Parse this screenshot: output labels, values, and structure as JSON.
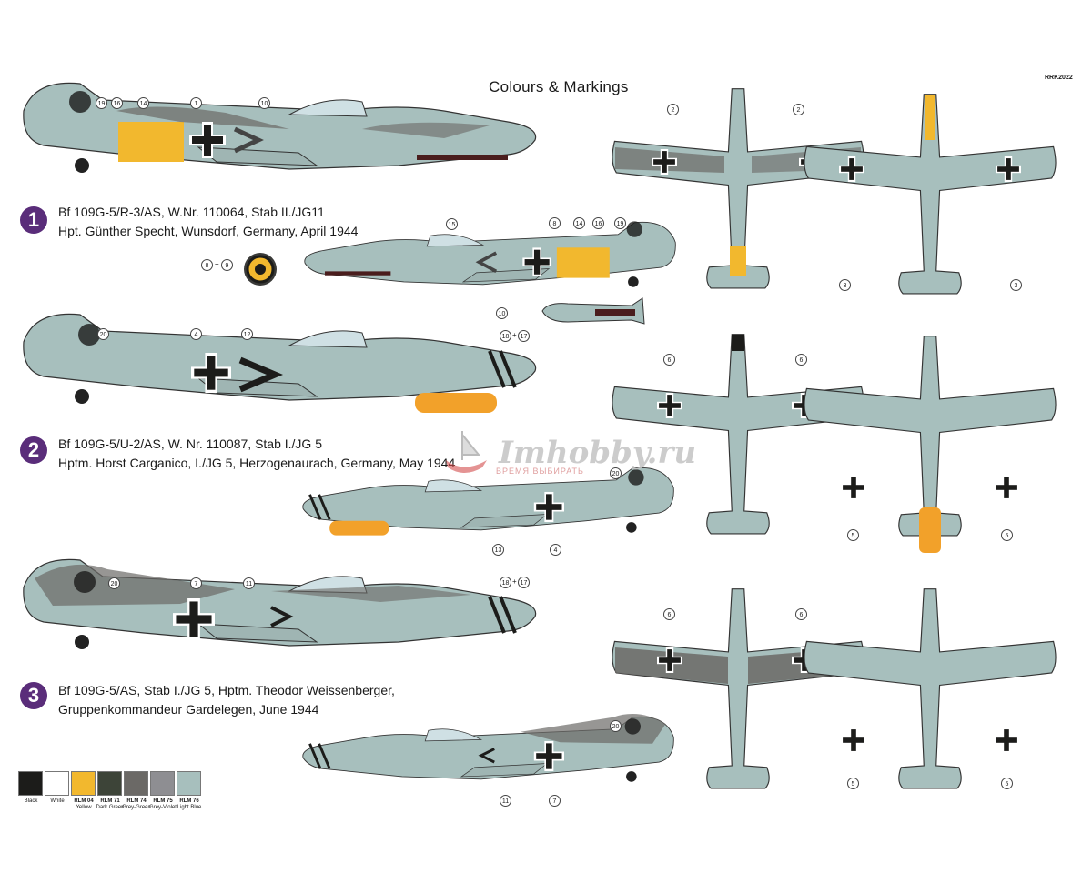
{
  "sheet": {
    "title": "Colours & Markings",
    "code": "RRK2022"
  },
  "schemes": [
    {
      "number": "1",
      "line1": "Bf 109G-5/R-3/AS, W.Nr. 110064, Stab II./JG11",
      "line2": "Hpt. Günther Specht, Wunsdorf, Germany, April 1944"
    },
    {
      "number": "2",
      "line1": "Bf 109G-5/U-2/AS, W. Nr. 110087, Stab I./JG 5",
      "line2": "Hptm. Horst Carganico, I./JG 5, Herzogenaurach, Germany, May 1944"
    },
    {
      "number": "3",
      "line1": "Bf 109G-5/AS, Stab I./JG 5, Hptm. Theodor Weissenberger,",
      "line2": "Gruppenkommandeur Gardelegen, June 1944"
    }
  ],
  "callouts": {
    "c1_19": "19",
    "c1_16": "16",
    "c1_14": "14",
    "c1_1": "1",
    "c1_10": "10",
    "c1r_15": "15",
    "c1r_8": "8",
    "c1r_14": "14",
    "c1r_16": "16",
    "c1r_19": "19",
    "c1r_10": "10",
    "c1_8": "8",
    "c1_9": "9",
    "c1_2a": "2",
    "c1_2b": "2",
    "c1_3a": "3",
    "c1_3b": "3",
    "c2_20": "20",
    "c2_4": "4",
    "c2_12": "12",
    "c2_18": "18",
    "c2_17": "17",
    "c2r_20": "20",
    "c2r_13": "13",
    "c2r_4": "4",
    "c2_6a": "6",
    "c2_6b": "6",
    "c2_5a": "5",
    "c2_5b": "5",
    "c3_20": "20",
    "c3_7": "7",
    "c3_11": "11",
    "c3_18": "18",
    "c3_17": "17",
    "c3r_20": "20",
    "c3r_11": "11",
    "c3r_7": "7",
    "c3_6a": "6",
    "c3_6b": "6",
    "c3_5a": "5",
    "c3_5b": "5"
  },
  "swatches": [
    {
      "code": "",
      "name": "Black",
      "color": "#1c1c1a"
    },
    {
      "code": "",
      "name": "White",
      "color": "#ffffff"
    },
    {
      "code": "RLM 04",
      "name": "Yellow",
      "color": "#f2b82e"
    },
    {
      "code": "RLM 71",
      "name": "Dark Green",
      "color": "#3d4438"
    },
    {
      "code": "RLM 74",
      "name": "Grey-Green",
      "color": "#6b6966"
    },
    {
      "code": "RLM 75",
      "name": "Grey-Violet",
      "color": "#8e8e92"
    },
    {
      "code": "RLM 76",
      "name": "Light Blue",
      "color": "#a7bfbd"
    }
  ],
  "watermark": {
    "text": "Imhobby.ru",
    "sub": "ВРЕМЯ ВЫБИРАТЬ"
  }
}
